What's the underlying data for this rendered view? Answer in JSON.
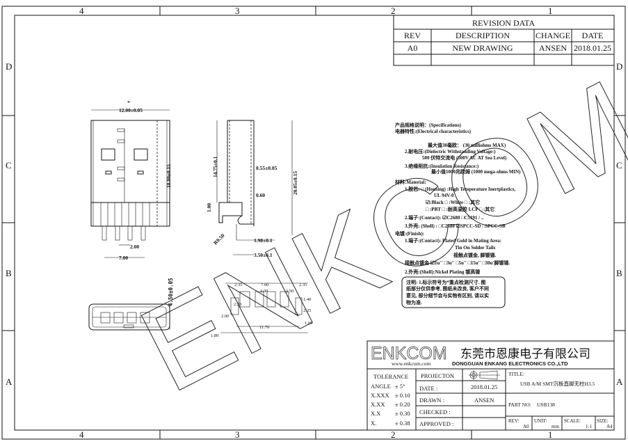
{
  "zones": {
    "cols": [
      "4",
      "3",
      "2",
      "1"
    ],
    "rows": [
      "D",
      "C",
      "B",
      "A"
    ]
  },
  "revision": {
    "title": "REVISION DATA",
    "headers": [
      "REV",
      "DESCRIPTION",
      "CHANGE",
      "DATE"
    ],
    "rows": [
      [
        "A0",
        "NEW DRAWING",
        "ANSEN",
        "2018.01.25"
      ]
    ]
  },
  "dimensions": {
    "front_width": "12.00±0.05",
    "front_height": "18.80±0.15",
    "pitch": "2.00",
    "pin_span": "7.00",
    "side_height": "14.75±0.1",
    "shell_thk": "0.55±0.05",
    "contact_thk": "0.60",
    "total_height": "20.05±0.15",
    "step": "1.00",
    "radius": "R0.50",
    "tail1": "1.98±0.1",
    "tail2": "3.50±0.1",
    "end_height": "4.50±0.05",
    "star": "*",
    "pcb": [
      "2.35",
      "7.00",
      "2.35",
      "2.00",
      "2.50",
      "1.40",
      "2.20",
      "2.25",
      "2.00",
      "11.70",
      "1.00",
      "1.80"
    ]
  },
  "specs": [
    "产品规格说明：(Specifications)",
    "电器特性:(Electrical characteristics)",
    "最大值30毫欧： (30 milliohms MAX)",
    "2.耐电压:(Dielectric Withstanding Voltage:)",
    "500 伏特交流电 (500V AC AT Sea Level)",
    "3.绝缘阻抗:(Insulation Resistance:)",
    "最小值1000兆欧姆 (1000 mega-ohms MIN)",
    "材料:Material:",
    "1.胶芯: □ (Housing) :High Temperature  Inertplastics,",
    "UL 94V-0",
    "☑:Black   □ :White          □ :其它",
    "□ :PBT    □ :耐高温胶 LCP   □ :其它",
    "2.端子:(Contact): ☑C2680 □C5191 / ..",
    "3.外壳: (Shell) : □C2680 ☑SPCC-SD □SPCC-SB",
    "电镀:(Finish):",
    "1.端子:(Contact): Plated Gold in Mating Area:",
    "Tin On Solder Tails",
    "接触点镀金, 脚镀锡.",
    "接触点镀金 ☑1u'' □3u'' □5u'' □15u'' □30u'脚镀锡.",
    "2.外壳:(Shell):Nickel Plating 镀高镍"
  ],
  "note": [
    "注明: 1.标示符号为*重点检测尺寸. 图",
    "纸部分仅供参考, 图纸未改良, 客户不同",
    "意见, 部分细节会与实物有区别, 请以实",
    "物为准."
  ],
  "watermark": "ENKCOM",
  "title_block": {
    "logo": "ENKCOM",
    "company_cn": "东莞市恩康电子有限公司",
    "website": "www.enkcom.com",
    "company_en": "DONGGUAN ENKANG ELECTRONICS CO.,LTD",
    "tolerance_label": "TOLERANCE",
    "tolerances": [
      [
        "ANGLE",
        "± 5°"
      ],
      [
        "X.XXX",
        "± 0.10"
      ],
      [
        "X.XX",
        "± 0.20"
      ],
      [
        "X.X",
        "± 0.30"
      ],
      [
        "X.",
        "± 0.38"
      ]
    ],
    "projection_label": "PROJECTON",
    "date_label": "DATE :",
    "date": "2018.01.25",
    "drawn_label": "DRAWN :",
    "drawn": "ANSEN",
    "checked_label": "CHECKED :",
    "approved_label": "APPROVED :",
    "title_label": "TITLE:",
    "title": "USB A/M SMT沉板直脚无柱H3.5",
    "part_no_label": "PART NO:",
    "part_no": "USB138",
    "rev_label": "REV:",
    "rev": "A0",
    "unit_label": "UNIT:",
    "unit": "mm",
    "scale_label": "SCALE:",
    "scale": "1:1",
    "size_label": "SIZE:",
    "size": "A4"
  }
}
